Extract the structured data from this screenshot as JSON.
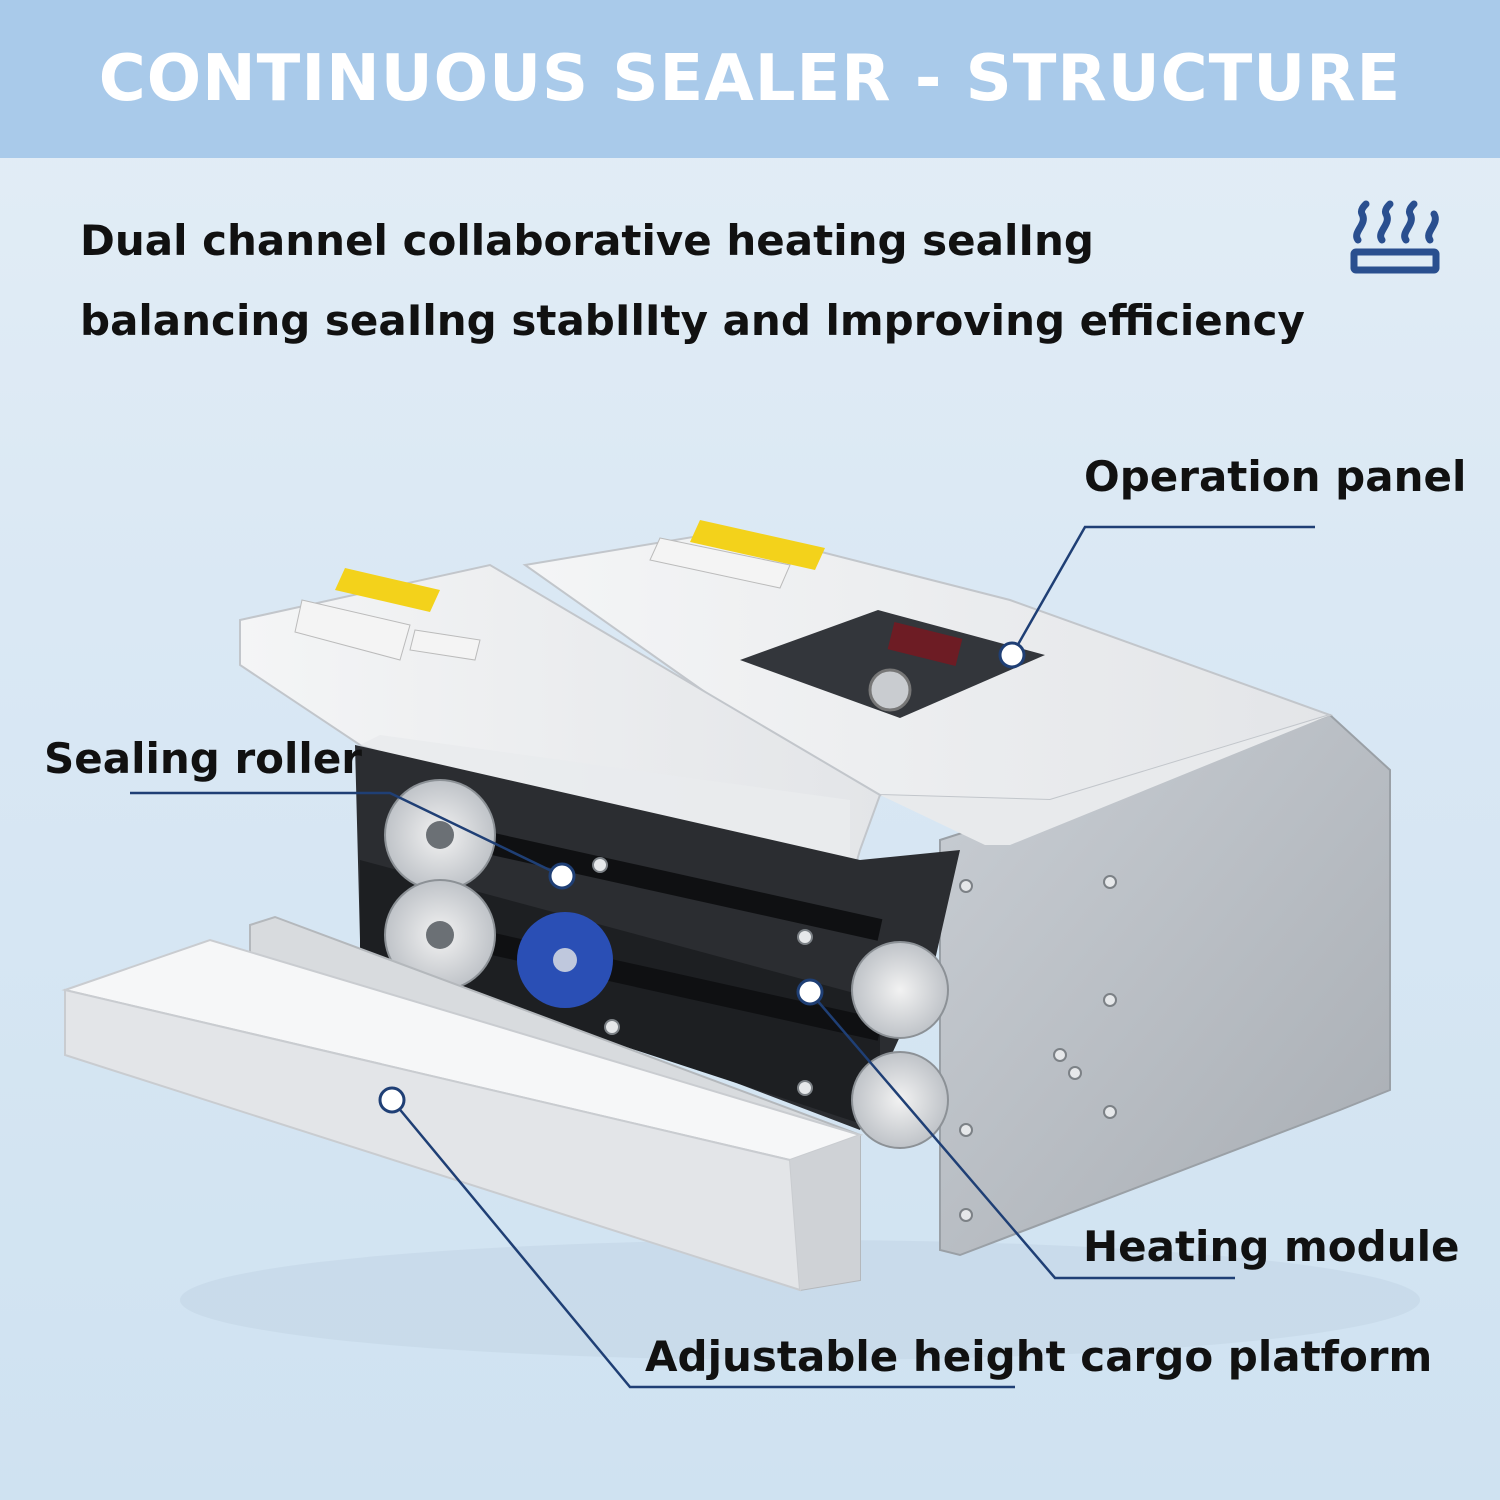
{
  "banner": {
    "title": "CONTINUOUS SEALER - STRUCTURE"
  },
  "headline": {
    "line1": "Dual channel collaborative heating sealIng",
    "line2": "balancing seaIlng stabIlIty and lmproving efficiency",
    "icon": "heat-waves-icon"
  },
  "callouts": {
    "operation_panel": "Operation panel",
    "sealing_roller": "Sealing roller",
    "heating_module": "Heating module",
    "cargo_platform": "Adjustable height cargo platform"
  },
  "colors": {
    "banner_bg": "#a9caea",
    "banner_text": "#ffffff",
    "leader_line": "#1f3f75",
    "icon_stroke": "#2a4f8f"
  }
}
